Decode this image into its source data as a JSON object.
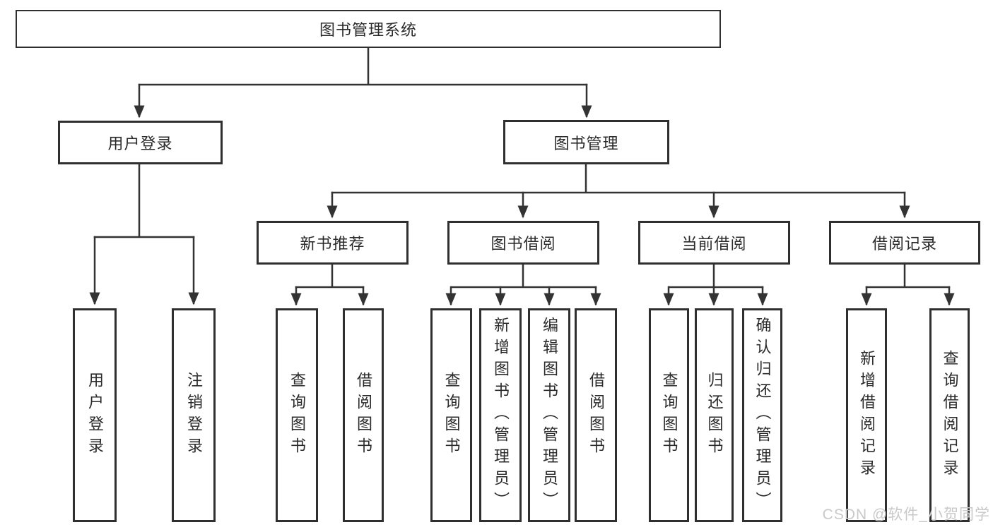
{
  "diagram_type": "functional-structure-tree",
  "colors": {
    "line": "#333333",
    "box_border": "#2f2f2f",
    "box_fill": "#ffffff",
    "text": "#2a2a2a",
    "watermark": "#c9c9c9"
  },
  "watermark": "CSDN @软件_小贺同学",
  "tree": {
    "root": {
      "label": "图书管理系统",
      "children": [
        {
          "label": "用户登录",
          "children": [
            {
              "label": "用户登录"
            },
            {
              "label": "注销登录"
            }
          ]
        },
        {
          "label": "图书管理",
          "children": [
            {
              "label": "新书推荐",
              "children": [
                {
                  "label": "查询图书"
                },
                {
                  "label": "借阅图书"
                }
              ]
            },
            {
              "label": "图书借阅",
              "children": [
                {
                  "label": "查询图书"
                },
                {
                  "label": "新增图书（管理员）"
                },
                {
                  "label": "编辑图书（管理员）"
                },
                {
                  "label": "借阅图书"
                }
              ]
            },
            {
              "label": "当前借阅",
              "children": [
                {
                  "label": "查询图书"
                },
                {
                  "label": "归还图书"
                },
                {
                  "label": "确认归还（管理员）"
                }
              ]
            },
            {
              "label": "借阅记录",
              "children": [
                {
                  "label": "新增借阅记录"
                },
                {
                  "label": "查询借阅记录"
                }
              ]
            }
          ]
        }
      ]
    }
  }
}
